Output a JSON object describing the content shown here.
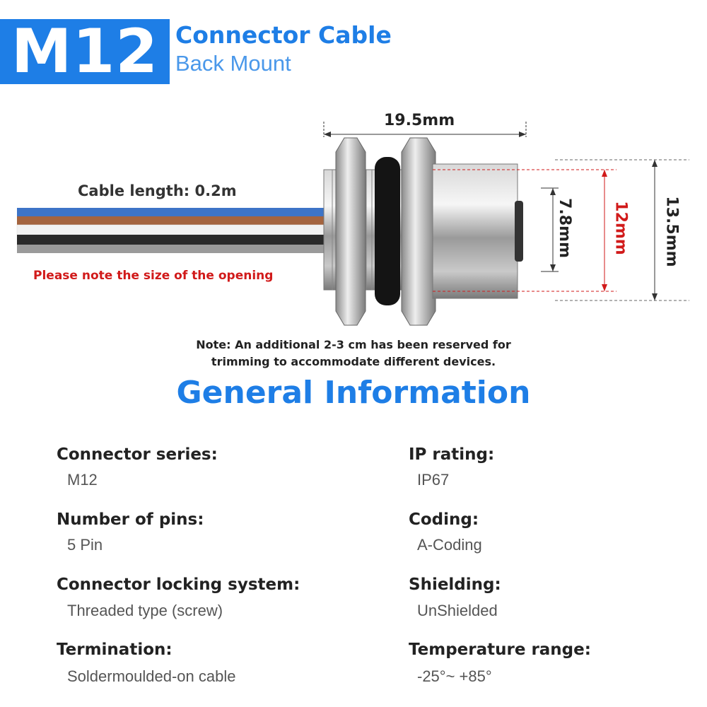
{
  "header": {
    "badge": "M12",
    "title": "Connector Cable",
    "subtitle": "Back Mount"
  },
  "diagram": {
    "width_label": "19.5mm",
    "cable_length": "Cable length: 0.2m",
    "warning": "Please note the size of the opening",
    "inner_dim": "7.8mm",
    "opening_dim": "12mm",
    "outer_dim": "13.5mm",
    "wire_colors": [
      "#3d74c7",
      "#a4643f",
      "#f2f2f2",
      "#2a2a2a",
      "#9a9a9a"
    ]
  },
  "note": {
    "line1": "Note: An additional 2-3 cm has been reserved for",
    "line2": "trimming to accommodate different devices."
  },
  "section_title": "General Information",
  "specs": {
    "connector_series": {
      "label": "Connector series:",
      "value": "M12"
    },
    "number_of_pins": {
      "label": "Number of pins:",
      "value": "5 Pin"
    },
    "locking_system": {
      "label": "Connector locking system:",
      "value": "Threaded type (screw)"
    },
    "termination": {
      "label": "Termination:",
      "value": "Soldermoulded-on cable"
    },
    "ip_rating": {
      "label": "IP rating:",
      "value": "IP67"
    },
    "coding": {
      "label": "Coding:",
      "value": "A-Coding"
    },
    "shielding": {
      "label": "Shielding:",
      "value": "UnShielded"
    },
    "temperature": {
      "label": "Temperature range:",
      "value": "-25°~ +85°"
    }
  }
}
